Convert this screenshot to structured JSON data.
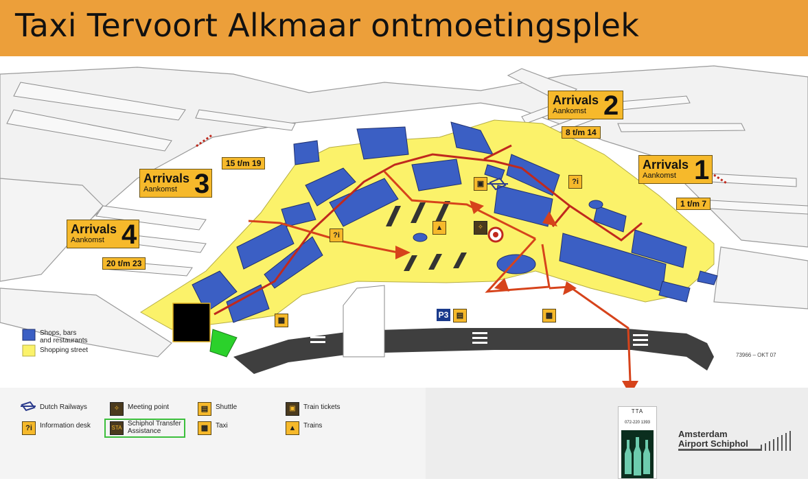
{
  "banner": {
    "title": "Taxi Tervoort Alkmaar ontmoetingsplek"
  },
  "arrivals": [
    {
      "label": "Arrivals",
      "sub": "Aankomst",
      "num": "2",
      "gates": "8 t/m 14"
    },
    {
      "label": "Arrivals",
      "sub": "Aankomst",
      "num": "1",
      "gates": "1 t/m 7"
    },
    {
      "label": "Arrivals",
      "sub": "Aankomst",
      "num": "3",
      "gates": "15 t/m 19"
    },
    {
      "label": "Arrivals",
      "sub": "Aankomst",
      "num": "4",
      "gates": "20 t/m 23"
    }
  ],
  "map_icons": {
    "info": "?i",
    "parking": "P3"
  },
  "legend": {
    "shops": "Shops, bars\nand restaurants",
    "shopping_street": "Shopping street",
    "dutch_railways": "Dutch Railways",
    "information_desk": "Information desk",
    "meeting_point": "Meeting point",
    "sta_code": "STA",
    "schiphol_transfer": "Schiphol Transfer\nAssistance",
    "shuttle": "Shuttle",
    "taxi": "Taxi",
    "train_tickets": "Train tickets",
    "trains": "Trains"
  },
  "ref_code": "73966 – OKT 07",
  "airport": {
    "line1": "Amsterdam",
    "line2": "Airport Schiphol"
  },
  "taxi_ad": {
    "logo": "TTA",
    "phone": "072-220 1393"
  },
  "colors": {
    "banner": "#ec9f3a",
    "shops": "#3b5fc4",
    "shopping_street": "#fbf26a",
    "route": "#d6431b",
    "sign": "#f6b92b",
    "meeting_box": "#000000",
    "green_box": "#2bd12b"
  }
}
